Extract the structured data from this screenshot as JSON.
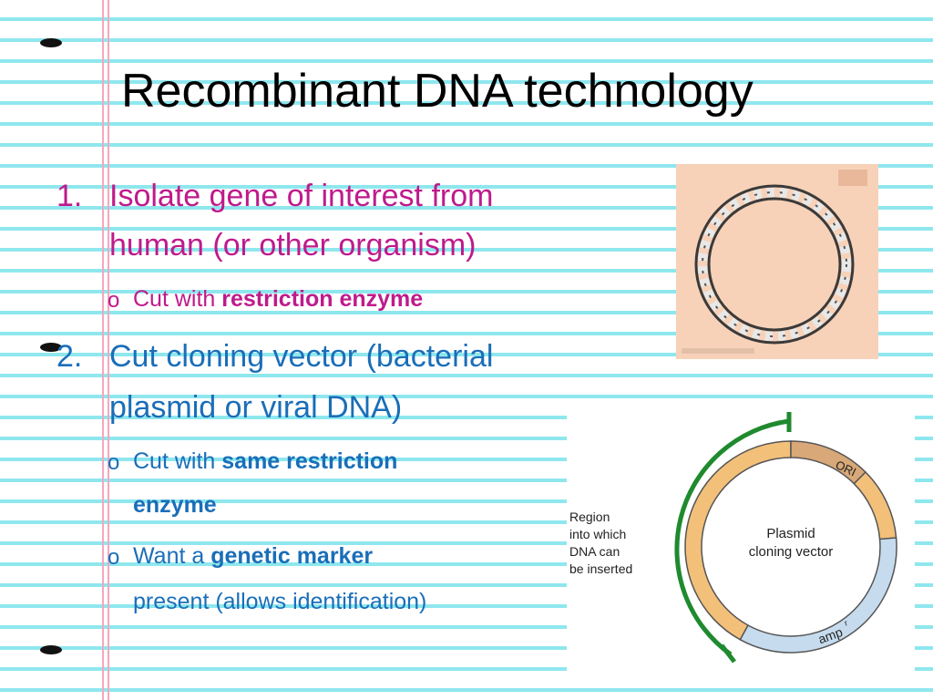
{
  "slide": {
    "title": "Recombinant DNA technology",
    "items": [
      {
        "number": "1.",
        "text_line1": "Isolate gene of interest from",
        "text_line2": "human (or other organism)",
        "sub": [
          {
            "bullet": "o",
            "prefix": "Cut with ",
            "bold": "restriction enzyme"
          }
        ]
      },
      {
        "number": "2.",
        "text_line1": "Cut cloning vector (bacterial",
        "text_line2": "plasmid or viral DNA)",
        "sub": [
          {
            "bullet": "o",
            "prefix": "Cut with ",
            "bold_line1": "same restriction",
            "bold_line2": "enzyme"
          },
          {
            "bullet": "o",
            "prefix": "Want a ",
            "bold": "genetic marker",
            "line2": "present (allows identification)"
          }
        ]
      }
    ]
  },
  "plasmid_diagram": {
    "region_label": [
      "Region",
      "into which",
      "DNA can",
      "be inserted"
    ],
    "center_label": [
      "Plasmid",
      "cloning vector"
    ],
    "ori_label": "ORI",
    "amp_label": "amp",
    "amp_superscript": "r"
  },
  "colors": {
    "pink_text": "#bf1a8c",
    "blue_text": "#1a6eb8",
    "ruled_line": "#8fe7ee",
    "margin_line": "#f4a7bd",
    "segment_orange": "#f3c07a",
    "segment_brown": "#d8a878",
    "segment_blue": "#c6dcee",
    "bracket_green": "#1f8a2e"
  }
}
